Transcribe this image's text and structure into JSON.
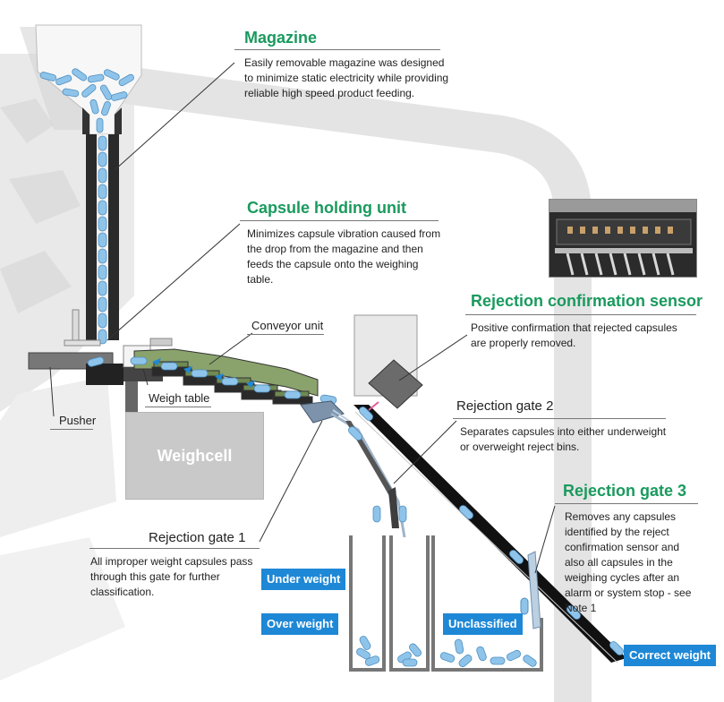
{
  "magazine": {
    "title": "Magazine",
    "description": "Easily removable magazine was designed to minimize static electricity while providing reliable high speed product feeding."
  },
  "capsule_holding_unit": {
    "title": "Capsule holding unit",
    "description": "Minimizes capsule vibration caused from the drop from the magazine and then feeds the capsule onto the weighing table."
  },
  "rejection_confirmation_sensor": {
    "title": "Rejection confirmation sensor",
    "description": "Positive confirmation that rejected capsules are properly removed."
  },
  "rejection_gate_2": {
    "label": "Rejection gate 2",
    "description": "Separates capsules into either underweight or overweight reject bins."
  },
  "rejection_gate_3": {
    "title": "Rejection gate 3",
    "description": "Removes any capsules identified by the reject confirmation sensor and also all capsules in the weighing cycles after an alarm or system stop - see Note 1"
  },
  "rejection_gate_1": {
    "label": "Rejection gate 1",
    "description": "All improper weight capsules pass through this gate for further classification."
  },
  "components": {
    "conveyor_unit": "Conveyor unit",
    "weigh_table": "Weigh table",
    "pusher": "Pusher",
    "weighcell": "Weighcell"
  },
  "bins": {
    "under_weight": "Under weight",
    "over_weight": "Over weight",
    "unclassified": "Unclassified",
    "correct_weight": "Correct weight"
  },
  "colors": {
    "title_green": "#1a9a5e",
    "tag_blue": "#1e88d6",
    "capsule_blue": "#8fc4ea",
    "conveyor_green": "#6f8a52"
  }
}
